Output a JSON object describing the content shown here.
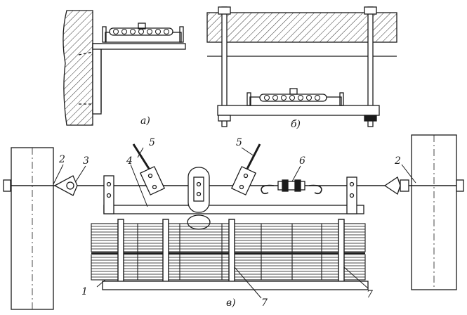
{
  "captions": {
    "a": "а)",
    "b": "б)",
    "v": "в)"
  },
  "callouts": {
    "n1": "1",
    "n2_left": "2",
    "n2_right": "2",
    "n3": "3",
    "n4": "4",
    "n5_left": "5",
    "n5_right": "5",
    "n6": "6",
    "n7_mid": "7",
    "n7_right": "7"
  },
  "colors": {
    "ink": "#1a1a1a",
    "paper": "#ffffff"
  }
}
